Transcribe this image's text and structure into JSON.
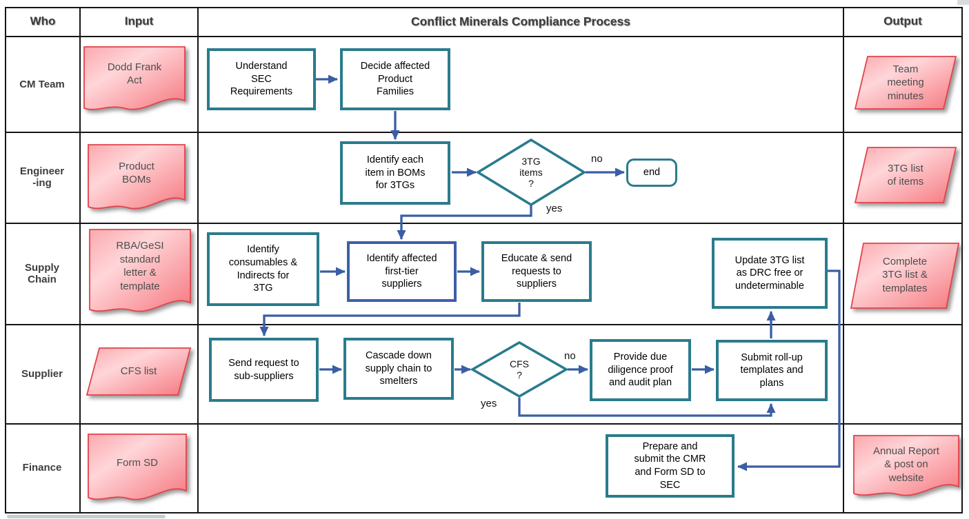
{
  "header": {
    "who": "Who",
    "input": "Input",
    "title": "Conflict Minerals Compliance Process",
    "output": "Output"
  },
  "lanes": [
    {
      "name": "CM Team"
    },
    {
      "name": "Engineer\n-ing"
    },
    {
      "name": "Supply\nChain"
    },
    {
      "name": "Supplier"
    },
    {
      "name": "Finance"
    }
  ],
  "inputs": [
    {
      "label": "Dodd Frank\nAct",
      "shape": "document"
    },
    {
      "label": "Product\nBOMs",
      "shape": "document"
    },
    {
      "label": "RBA/GeSI\nstandard\nletter &\ntemplate",
      "shape": "document"
    },
    {
      "label": "CFS list",
      "shape": "parallelogram"
    },
    {
      "label": "Form SD",
      "shape": "document"
    }
  ],
  "outputs": [
    {
      "label": "Team\nmeeting\nminutes",
      "shape": "parallelogram"
    },
    {
      "label": "3TG list\nof items",
      "shape": "parallelogram"
    },
    {
      "label": "Complete\n3TG list &\ntemplates",
      "shape": "parallelogram"
    },
    {
      "label": "Annual Report\n& post on\nwebsite",
      "shape": "document"
    }
  ],
  "nodes": {
    "understand_sec": "Understand\nSEC\nRequirements",
    "decide_families": "Decide affected\nProduct\nFamilies",
    "identify_items": "Identify each\nitem in BOMs\nfor 3TGs",
    "end": "end",
    "identify_consumables": "Identify\nconsumables &\nIndirects for\n3TG",
    "identify_first_tier": "Identify affected\nfirst-tier\nsuppliers",
    "educate_send": "Educate & send\nrequests to\nsuppliers",
    "update_3tg": "Update 3TG list\nas DRC free or\nundeterminable",
    "send_request": "Send request to\nsub-suppliers",
    "cascade_down": "Cascade down\nsupply chain to\nsmelters",
    "provide_due": "Provide due\ndiligence proof\nand audit plan",
    "submit_rollup": "Submit roll-up\ntemplates and\nplans",
    "prepare_submit": "Prepare and\nsubmit the CMR\nand Form SD to\nSEC"
  },
  "decisions": {
    "tg_items": "3TG\nitems\n?",
    "cfs": "CFS\n?"
  },
  "edge_labels": {
    "no_3tg": "no",
    "yes_3tg": "yes",
    "no_cfs": "no",
    "yes_cfs": "yes"
  },
  "colors": {
    "teal_border": "#2a7b8c",
    "blue_border": "#3c60a8",
    "arrow": "#3a5da4",
    "shape_fill_light": "#ffd6d9",
    "shape_fill_dark": "#f5787f",
    "shape_border": "#e2434c",
    "table_border": "#141414"
  }
}
